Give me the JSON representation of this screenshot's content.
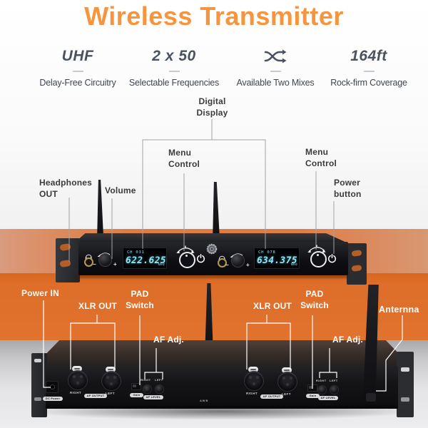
{
  "title": "Wireless Transmitter",
  "colors": {
    "accent_orange": "#f6953e",
    "wall_orange": "#de6e2a",
    "wall_salmon": "#d99b7f",
    "display_cyan": "#8fe5f5",
    "feature_text": "#49525e"
  },
  "features": [
    {
      "headline": "UHF",
      "sub": "Delay-Free Circuitry"
    },
    {
      "headline": "2 x 50",
      "sub": "Selectable Frequencies"
    },
    {
      "headline_icon": "shuffle",
      "sub": "Available Two Mixes"
    },
    {
      "headline": "164ft",
      "sub": "Rock-firm Coverage"
    }
  ],
  "front_callouts": {
    "digital_display": "Digital\nDisplay",
    "menu_control_left": "Menu\nControl",
    "menu_control_right": "Menu\nControl",
    "headphones_out": "Headphones\nOUT",
    "volume": "Volume",
    "power_button": "Power\nbutton"
  },
  "rear_callouts": {
    "power_in": "Power IN",
    "xlr_out_left": "XLR OUT",
    "pad_switch_left": "PAD\nSwitch",
    "af_adj_left": "AF Adj.",
    "xlr_out_right": "XLR OUT",
    "pad_switch_right": "PAD\nSwitch",
    "af_adj_right": "AF Adj.",
    "antenna": "Anternna"
  },
  "receiver_front": {
    "ch1": {
      "channel": "CH 031",
      "frequency": "622.625",
      "unit": "MHz",
      "minus": "−",
      "plus": "+"
    },
    "ch2": {
      "channel": "CH 078",
      "frequency": "634.375",
      "unit": "MHz",
      "minus": "−",
      "plus": "+"
    }
  },
  "receiver_rear": {
    "xlr_right_label": "RIGHT",
    "xlr_left_label": "LEFT",
    "af_output_label": "AF OUTPUT",
    "gain_label": "Gain",
    "af_level_label": "AF LEVEL",
    "knob_right_label": "RIGHT",
    "knob_left_label": "LEFT",
    "dc_label": "DC Power",
    "brand_mark": "AWB"
  }
}
